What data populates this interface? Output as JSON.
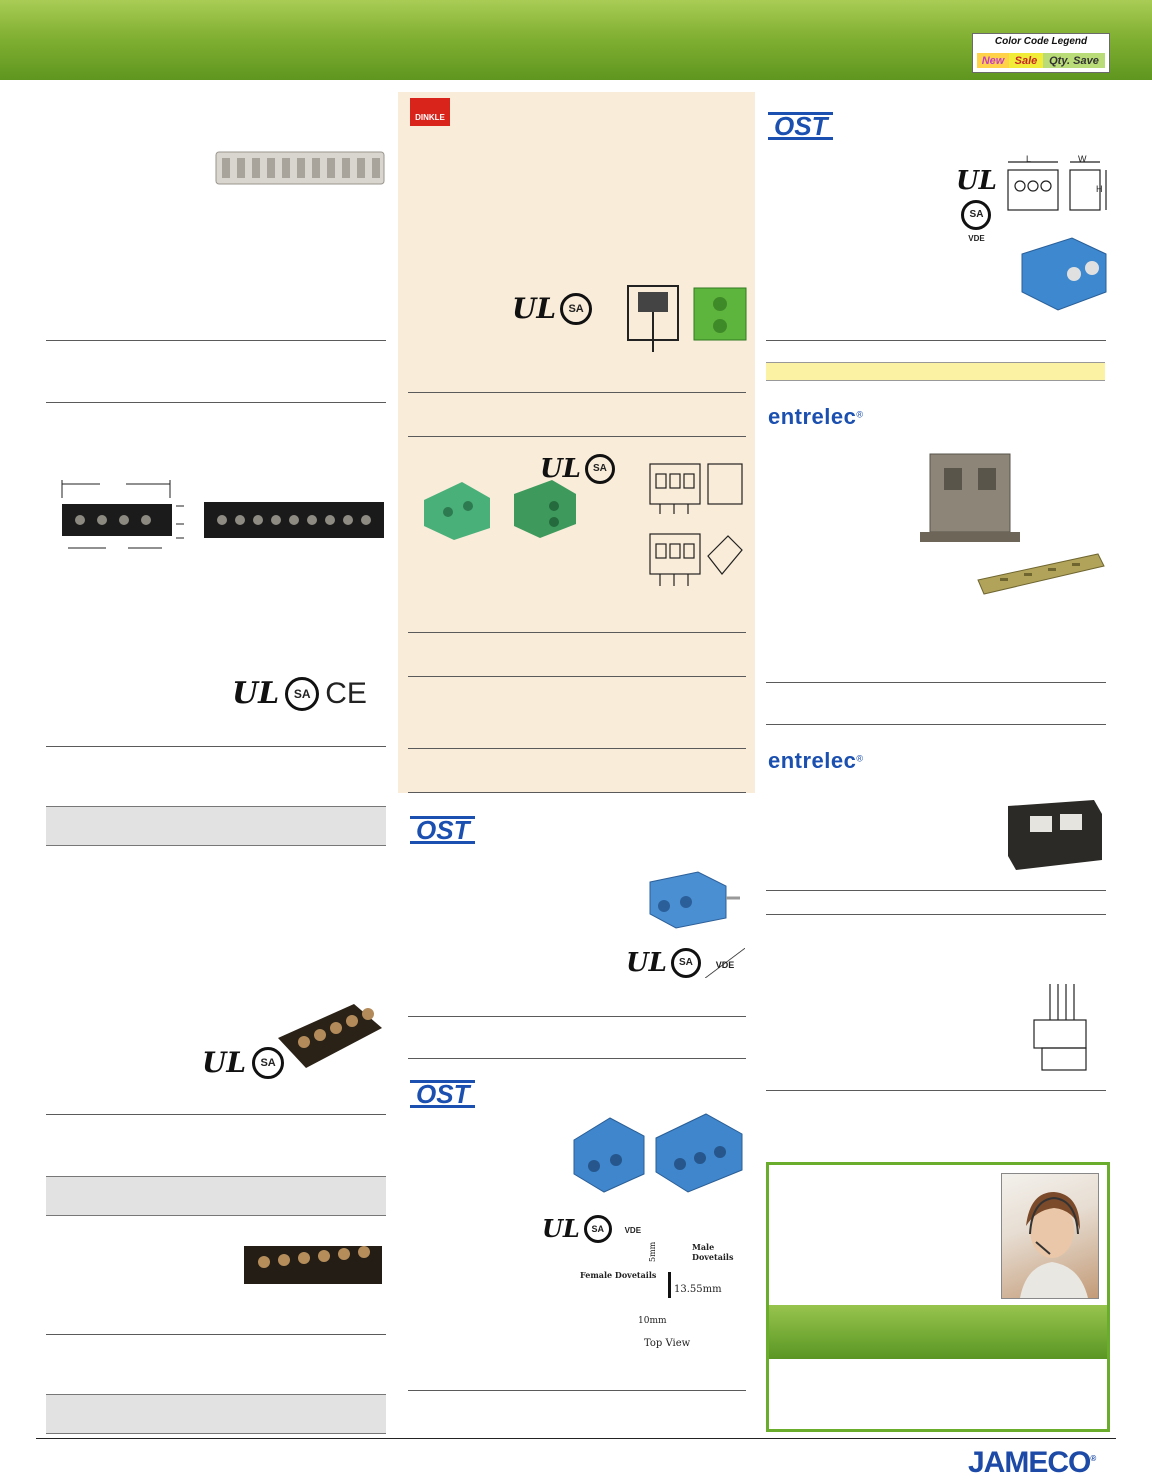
{
  "legend": {
    "title": "Color Code Legend",
    "new": "New",
    "sale": "Sale",
    "qty_save": "Qty. Save"
  },
  "brands": {
    "dinkle": "DINKLE",
    "ost": "OST",
    "entrelec": "entrelec",
    "registered": "®",
    "jameco": "JAMECO"
  },
  "certifications": {
    "ul": "UL",
    "csa": "SA",
    "ce": "CE",
    "vde": "VDE"
  },
  "dimensions": {
    "L": "L",
    "W": "W",
    "H": "H",
    "male_dovetails": "Male Dovetails",
    "female_dovetails": "Female Dovetails",
    "dim_5mm": "5mm",
    "dim_13_55mm": "13.55mm",
    "dim_10mm": "10mm",
    "top_view": "Top View"
  },
  "colors": {
    "header_green": "#82b133",
    "tan_panel": "#f9ecd9",
    "ost_blue": "#3f86cc",
    "kf_green": "#3fa86c",
    "cs_border": "#6aad2c"
  }
}
